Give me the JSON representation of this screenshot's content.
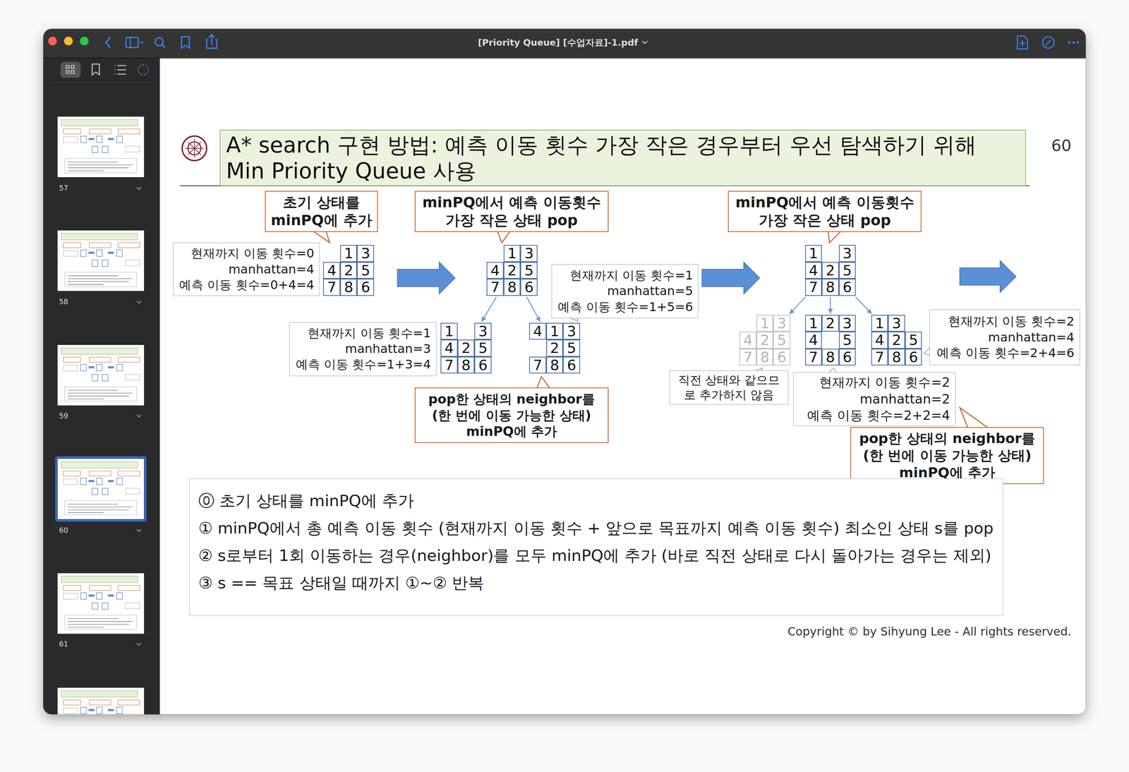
{
  "diagram": {
    "title": "A* search 구현 방법: 예측 이동 횟수 가장 작은 경우부터 우선 탐색하기 위해 Min Priority Queue 사용",
    "nodes": [
      {
        "text": [
          "초기 상태를 minPQ에 추가"
        ]
      },
      {
        "text": [
          "현재까지 이동 횟수=0",
          "manhattan=4",
          "예측 이동 횟수=0+4=4"
        ]
      },
      {
        "text": [
          "1",
          "3",
          "4",
          "2",
          "5",
          "7",
          "8",
          "6"
        ]
      },
      {
        "text": [
          "minPQ에서 예측 이동횟수 가장 작은 상태 pop"
        ]
      },
      {
        "text": [
          "1",
          "3",
          "4",
          "2",
          "5",
          "7",
          "8",
          "6"
        ]
      },
      {
        "text": [
          "현재까지 이동 횟수=1",
          "manhattan=5",
          "예측 이동 횟수=1+5=6"
        ]
      },
      {
        "text": [
          "현재까지 이동 횟수=1",
          "manhattan=3",
          "예측 이동 횟수=1+3=4"
        ]
      },
      {
        "text": [
          "1",
          "3",
          "4",
          "2",
          "5",
          "7",
          "8",
          "6"
        ]
      },
      {
        "text": [
          "4",
          "1",
          "3",
          "2",
          "5",
          "7",
          "8",
          "6"
        ]
      },
      {
        "text": [
          "pop한 상태의 neighbor를 (한 번에 이동 가능한 상태) minPQ에 추가"
        ]
      },
      {
        "text": [
          "minPQ에서 예측 이동횟수 가장 작은 상태 pop"
        ]
      },
      {
        "text": [
          "1",
          "3",
          "4",
          "2",
          "5",
          "7",
          "8",
          "6"
        ]
      },
      {
        "text": [
          "1",
          "3",
          "4",
          "2",
          "5",
          "7",
          "8",
          "6"
        ]
      },
      {
        "text": [
          "1",
          "2",
          "3",
          "4",
          "5",
          "7",
          "8",
          "6"
        ]
      },
      {
        "text": [
          "1",
          "3",
          "4",
          "2",
          "5",
          "7",
          "8",
          "6"
        ]
      },
      {
        "text": [
          "현재까지 이동 횟수=2",
          "manhattan=4",
          "예측 이동 횟수=2+4=6"
        ]
      },
      {
        "text": [
          "직전 상태와 같으므 로 추가하지 않음"
        ]
      },
      {
        "text": [
          "현재까지 이동 횟수=2",
          "manhattan=2",
          "예측 이동 횟수=2+2=4"
        ]
      },
      {
        "text": [
          "pop한 상태의 neighbor를 (한 번에 이동 가능한 상태) minPQ에 추가"
        ]
      },
      {
        "text": [
          "⓪ 초기 상태를 minPQ에 추가",
          "① minPQ에서 총 예측 이동 횟수 (현재까지 이동 횟수 + 앞으로 목표까지 예측 이동 횟수) 최소인 상태 s를 pop",
          "② s로부터 1회 이동하는 경우(neighbor)를 모두 minPQ에 추가 (바로 직전 상태로 다시 돌아가는 경우는 제외)",
          "③ s == 목표 상태일 때까지 ①~② 반복"
        ]
      }
    ],
    "edges": [
      {
        "from": 4,
        "to": 7,
        "arrow": "to"
      },
      {
        "from": 4,
        "to": 8,
        "arrow": "to"
      },
      {
        "from": 11,
        "to": 12,
        "arrow": "to"
      },
      {
        "from": 11,
        "to": 13,
        "arrow": "to"
      },
      {
        "from": 11,
        "to": 14,
        "arrow": "to"
      }
    ],
    "labels": [
      "[Priority Queue] [수업자료]-1.pdf",
      "57",
      "58",
      "59",
      "60",
      "61",
      "60",
      "Copyright © by Sihyung Lee - All rights reserved."
    ]
  }
}
